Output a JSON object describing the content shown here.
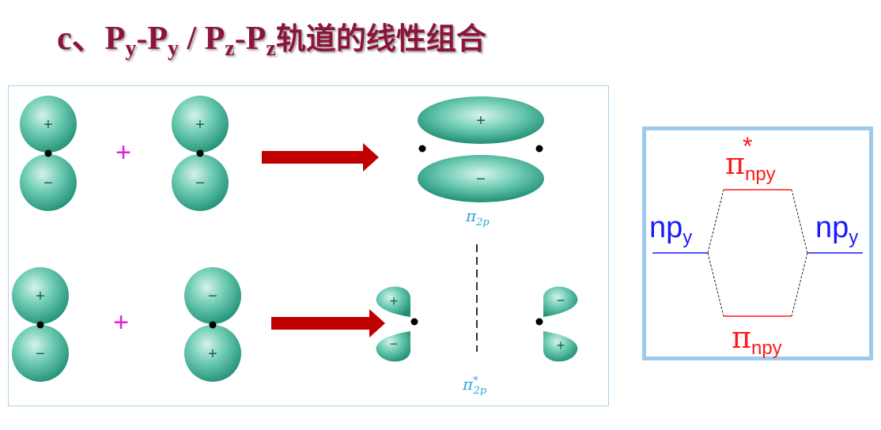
{
  "title": {
    "prefix": "c、",
    "p1": "P",
    "s1": "y",
    "dash1": "-",
    "p2": "P",
    "s2": "y",
    "sep": " / ",
    "p3": "P",
    "s3": "z",
    "dash2": "-",
    "p4": "P",
    "s4": "z",
    "chinese": "轨道的线性组合"
  },
  "diagram": {
    "plus_sign": "+",
    "plus_label": "+",
    "minus_label": "−",
    "bonding_caption": {
      "symbol": "π",
      "sub": "2p"
    },
    "antibonding_caption": {
      "symbol": "π",
      "sup": "*",
      "sub": "2p"
    }
  },
  "energy": {
    "left_label": {
      "main": "np",
      "sub": "y"
    },
    "right_label": {
      "main": "np",
      "sub": "y"
    },
    "top_label": {
      "main": "π",
      "sub": "npy",
      "star": "*"
    },
    "bottom_label": {
      "main": "π",
      "sub": "npy"
    }
  },
  "colors": {
    "title": "#8b1538",
    "arrow": "#c00000",
    "plus_sign": "#e020e0",
    "np_label": "#1a1aff",
    "pi_label": "#ff1a1a",
    "orbital": "#3fb59a",
    "border": "#9ccbee"
  }
}
